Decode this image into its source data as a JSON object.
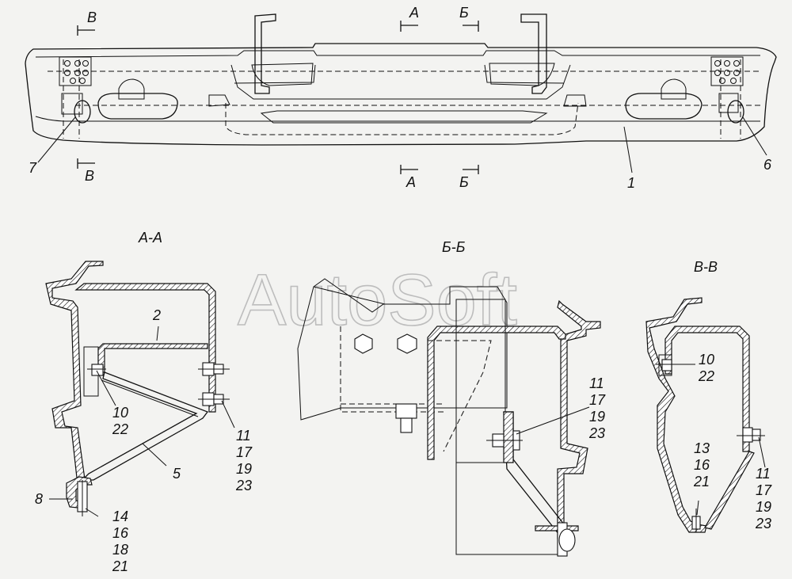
{
  "watermark": "AutoSoft",
  "sections": {
    "aa": "А-А",
    "bb": "Б-Б",
    "vv": "В-В"
  },
  "cut_marks": {
    "a": "А",
    "b": "Б",
    "v": "В"
  },
  "callouts": {
    "c1": "1",
    "c2": "2",
    "c5": "5",
    "c6": "6",
    "c7": "7",
    "c8": "8",
    "aa_upper": [
      "10",
      "22"
    ],
    "aa_right": [
      "11",
      "17",
      "19",
      "23"
    ],
    "aa_bottom": [
      "14",
      "16",
      "18",
      "21"
    ],
    "bb_right": [
      "11",
      "17",
      "19",
      "23"
    ],
    "vv_upper": [
      "10",
      "22"
    ],
    "vv_middle": [
      "13",
      "16",
      "21"
    ],
    "vv_right": [
      "11",
      "17",
      "19",
      "23"
    ]
  }
}
